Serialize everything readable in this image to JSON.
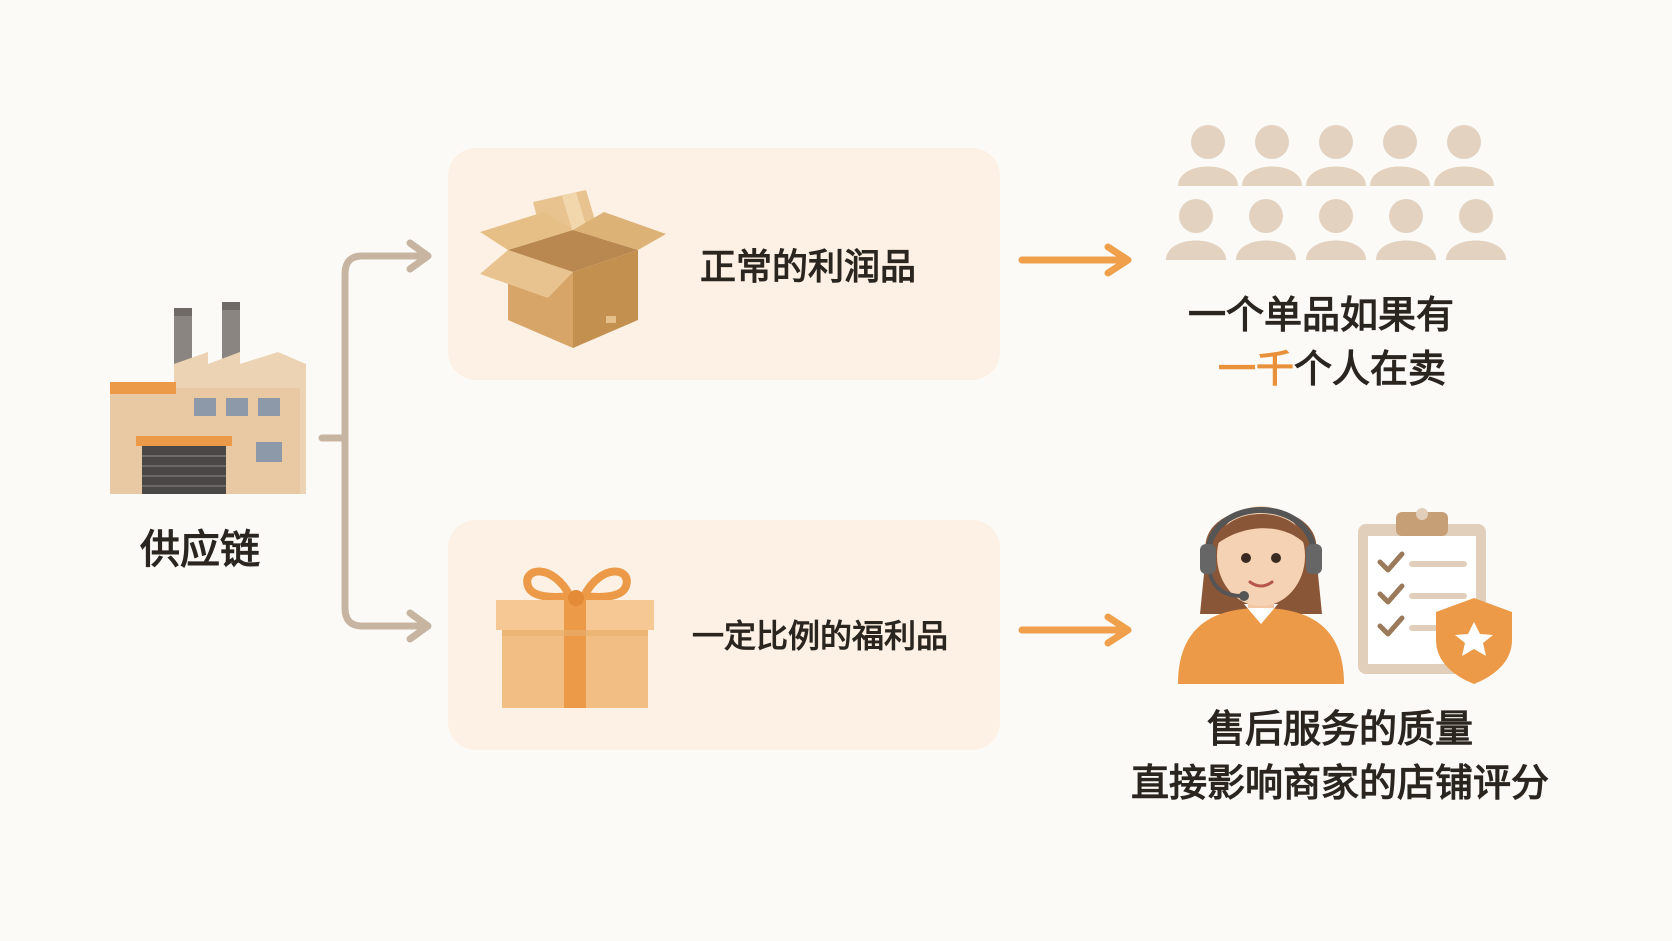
{
  "colors": {
    "background": "#fcfaf6",
    "card": "#fcf1e4",
    "connector": "#c7b5a2",
    "accent_arrow": "#f0a04a",
    "accent_text": "#e8903a",
    "people": "#e3d2c0"
  },
  "source": {
    "label": "供应链",
    "icon": "factory-icon"
  },
  "branches": [
    {
      "label": "正常的利润品",
      "icon": "open-box-icon"
    },
    {
      "label": "一定比例的福利品",
      "icon": "gift-box-icon"
    }
  ],
  "outcomes": [
    {
      "icon": "crowd-icon",
      "line1": "一个单品如果有",
      "line2_accent": "一千",
      "line2_rest": "个人在卖"
    },
    {
      "icon": "customer-service-icon",
      "secondary_icon": "checklist-shield-icon",
      "line1": "售后服务的质量",
      "line2": "直接影响商家的店铺评分"
    }
  ]
}
